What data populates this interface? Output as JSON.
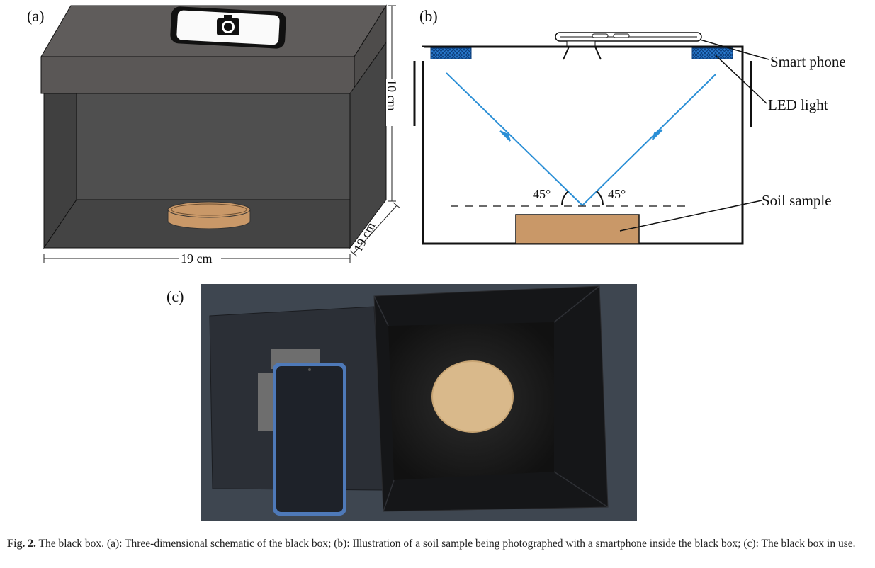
{
  "panels": {
    "a": {
      "label": "(a)",
      "dim_height": "10 cm",
      "dim_depth": "19 cm",
      "dim_width": "19 cm"
    },
    "b": {
      "label": "(b)",
      "angle_left": "45°",
      "angle_right": "45°",
      "labels": {
        "phone": "Smart phone",
        "led": "LED light",
        "soil": "Soil sample"
      }
    },
    "c": {
      "label": "(c)"
    }
  },
  "caption": {
    "fig_label": "Fig. 2.",
    "text": " The black box. (a): Three-dimensional schematic of the black box; (b): Illustration of a soil sample being photographed with a smartphone inside the black box; (c): The black box in use."
  },
  "colors": {
    "box_dark": "#4a4a4a",
    "lid": "#5a5756",
    "soil": "#c99868",
    "led": "#1f6fb8",
    "ray": "#2b8fd6"
  }
}
